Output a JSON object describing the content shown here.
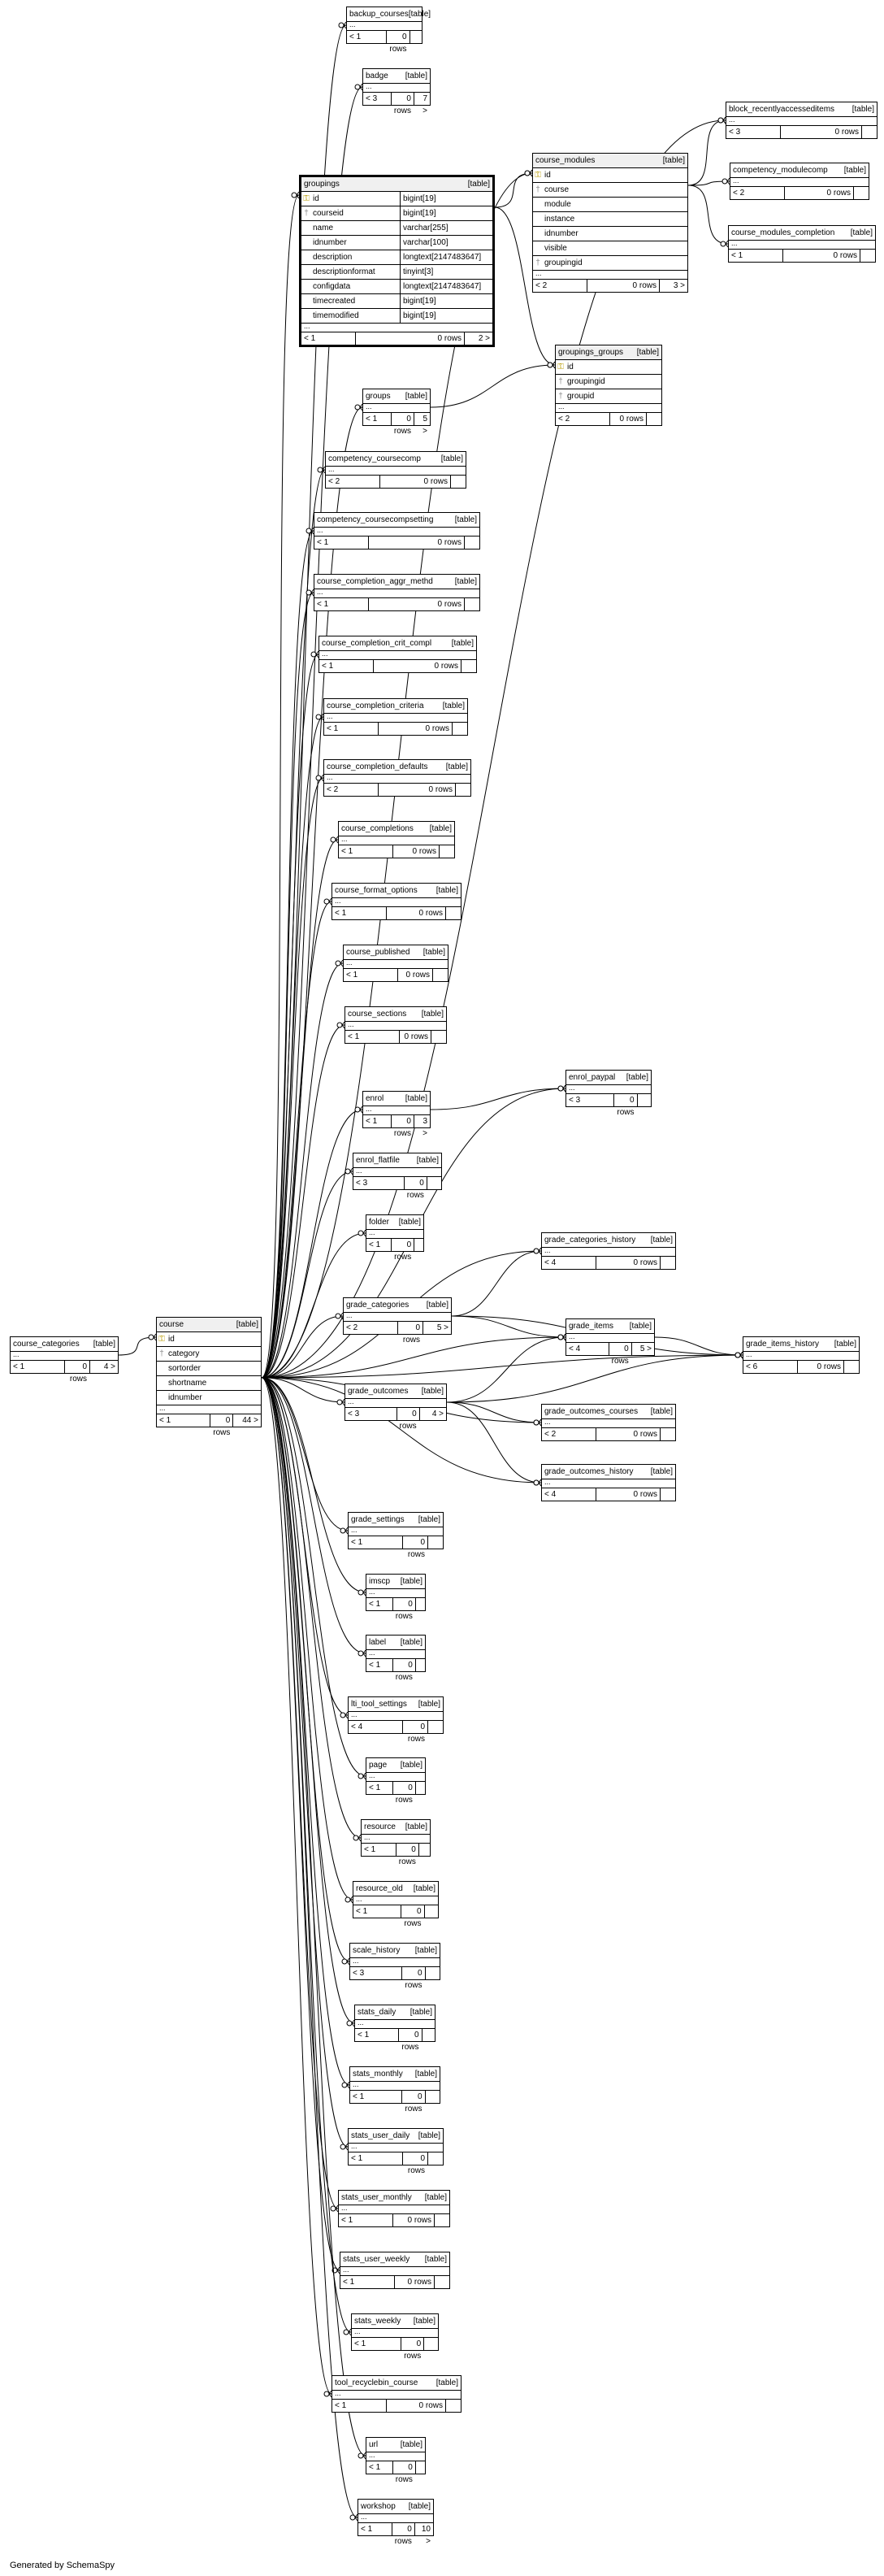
{
  "footer_text": "Generated by SchemaSpy",
  "labels": {
    "rows_suffix": "0 rows",
    "table_kind": "[table]"
  },
  "tables": {
    "backup_courses": {
      "name": "backup_courses",
      "kind": "[table]",
      "parents": "< 1",
      "rows": "0 rows",
      "children": ""
    },
    "badge": {
      "name": "badge",
      "kind": "[table]",
      "parents": "< 3",
      "rows": "0 rows",
      "children": "7 >"
    },
    "block_recentlyaccesseditems": {
      "name": "block_recentlyaccesseditems",
      "kind": "[table]",
      "parents": "< 3",
      "rows": "0 rows",
      "children": ""
    },
    "competency_modulecomp": {
      "name": "competency_modulecomp",
      "kind": "[table]",
      "parents": "< 2",
      "rows": "0 rows",
      "children": ""
    },
    "course_modules_completion": {
      "name": "course_modules_completion",
      "kind": "[table]",
      "parents": "< 1",
      "rows": "0 rows",
      "children": ""
    },
    "course_modules": {
      "name": "course_modules",
      "kind": "[table]",
      "parents": "< 2",
      "rows": "0 rows",
      "children": "3 >",
      "columns": [
        {
          "key": "pk",
          "name": "id"
        },
        {
          "key": "fk",
          "name": "course"
        },
        {
          "key": "",
          "name": "module"
        },
        {
          "key": "",
          "name": "instance"
        },
        {
          "key": "",
          "name": "idnumber"
        },
        {
          "key": "",
          "name": "visible"
        },
        {
          "key": "fk",
          "name": "groupingid"
        }
      ]
    },
    "groupings": {
      "name": "groupings",
      "kind": "[table]",
      "parents": "< 1",
      "rows": "0 rows",
      "children": "2 >",
      "columns": [
        {
          "key": "pk",
          "name": "id",
          "type": "bigint[19]"
        },
        {
          "key": "fk",
          "name": "courseid",
          "type": "bigint[19]"
        },
        {
          "key": "",
          "name": "name",
          "type": "varchar[255]"
        },
        {
          "key": "",
          "name": "idnumber",
          "type": "varchar[100]"
        },
        {
          "key": "",
          "name": "description",
          "type": "longtext[2147483647]"
        },
        {
          "key": "",
          "name": "descriptionformat",
          "type": "tinyint[3]"
        },
        {
          "key": "",
          "name": "configdata",
          "type": "longtext[2147483647]"
        },
        {
          "key": "",
          "name": "timecreated",
          "type": "bigint[19]"
        },
        {
          "key": "",
          "name": "timemodified",
          "type": "bigint[19]"
        }
      ]
    },
    "groupings_groups": {
      "name": "groupings_groups",
      "kind": "[table]",
      "parents": "< 2",
      "rows": "0 rows",
      "children": "",
      "columns": [
        {
          "key": "pk",
          "name": "id"
        },
        {
          "key": "fk",
          "name": "groupingid"
        },
        {
          "key": "fk",
          "name": "groupid"
        }
      ]
    },
    "groups": {
      "name": "groups",
      "kind": "[table]",
      "parents": "< 1",
      "rows": "0 rows",
      "children": "5 >"
    },
    "competency_coursecomp": {
      "name": "competency_coursecomp",
      "kind": "[table]",
      "parents": "< 2",
      "rows": "0 rows",
      "children": ""
    },
    "competency_coursecompsetting": {
      "name": "competency_coursecompsetting",
      "kind": "[table]",
      "parents": "< 1",
      "rows": "0 rows",
      "children": ""
    },
    "course_completion_aggr_methd": {
      "name": "course_completion_aggr_methd",
      "kind": "[table]",
      "parents": "< 1",
      "rows": "0 rows",
      "children": ""
    },
    "course_completion_crit_compl": {
      "name": "course_completion_crit_compl",
      "kind": "[table]",
      "parents": "< 1",
      "rows": "0 rows",
      "children": ""
    },
    "course_completion_criteria": {
      "name": "course_completion_criteria",
      "kind": "[table]",
      "parents": "< 1",
      "rows": "0 rows",
      "children": ""
    },
    "course_completion_defaults": {
      "name": "course_completion_defaults",
      "kind": "[table]",
      "parents": "< 2",
      "rows": "0 rows",
      "children": ""
    },
    "course_completions": {
      "name": "course_completions",
      "kind": "[table]",
      "parents": "< 1",
      "rows": "0 rows",
      "children": ""
    },
    "course_format_options": {
      "name": "course_format_options",
      "kind": "[table]",
      "parents": "< 1",
      "rows": "0 rows",
      "children": ""
    },
    "course_published": {
      "name": "course_published",
      "kind": "[table]",
      "parents": "< 1",
      "rows": "0 rows",
      "children": ""
    },
    "course_sections": {
      "name": "course_sections",
      "kind": "[table]",
      "parents": "< 1",
      "rows": "0 rows",
      "children": ""
    },
    "enrol_paypal": {
      "name": "enrol_paypal",
      "kind": "[table]",
      "parents": "< 3",
      "rows": "0 rows",
      "children": ""
    },
    "enrol": {
      "name": "enrol",
      "kind": "[table]",
      "parents": "< 1",
      "rows": "0 rows",
      "children": "3 >"
    },
    "enrol_flatfile": {
      "name": "enrol_flatfile",
      "kind": "[table]",
      "parents": "< 3",
      "rows": "0 rows",
      "children": ""
    },
    "folder": {
      "name": "folder",
      "kind": "[table]",
      "parents": "< 1",
      "rows": "0 rows",
      "children": ""
    },
    "grade_categories_history": {
      "name": "grade_categories_history",
      "kind": "[table]",
      "parents": "< 4",
      "rows": "0 rows",
      "children": ""
    },
    "grade_categories": {
      "name": "grade_categories",
      "kind": "[table]",
      "parents": "< 2",
      "rows": "0 rows",
      "children": "5 >"
    },
    "grade_items": {
      "name": "grade_items",
      "kind": "[table]",
      "parents": "< 4",
      "rows": "0 rows",
      "children": "5 >"
    },
    "grade_items_history": {
      "name": "grade_items_history",
      "kind": "[table]",
      "parents": "< 6",
      "rows": "0 rows",
      "children": ""
    },
    "grade_outcomes": {
      "name": "grade_outcomes",
      "kind": "[table]",
      "parents": "< 3",
      "rows": "0 rows",
      "children": "4 >"
    },
    "grade_outcomes_courses": {
      "name": "grade_outcomes_courses",
      "kind": "[table]",
      "parents": "< 2",
      "rows": "0 rows",
      "children": ""
    },
    "grade_outcomes_history": {
      "name": "grade_outcomes_history",
      "kind": "[table]",
      "parents": "< 4",
      "rows": "0 rows",
      "children": ""
    },
    "course_categories": {
      "name": "course_categories",
      "kind": "[table]",
      "parents": "< 1",
      "rows": "0 rows",
      "children": "4 >"
    },
    "course": {
      "name": "course",
      "kind": "[table]",
      "parents": "< 1",
      "rows": "0 rows",
      "children": "44 >",
      "columns": [
        {
          "key": "pk",
          "name": "id"
        },
        {
          "key": "fk",
          "name": "category"
        },
        {
          "key": "",
          "name": "sortorder"
        },
        {
          "key": "",
          "name": "shortname"
        },
        {
          "key": "",
          "name": "idnumber"
        }
      ]
    },
    "grade_settings": {
      "name": "grade_settings",
      "kind": "[table]",
      "parents": "< 1",
      "rows": "0 rows",
      "children": ""
    },
    "imscp": {
      "name": "imscp",
      "kind": "[table]",
      "parents": "< 1",
      "rows": "0 rows",
      "children": ""
    },
    "label": {
      "name": "label",
      "kind": "[table]",
      "parents": "< 1",
      "rows": "0 rows",
      "children": ""
    },
    "lti_tool_settings": {
      "name": "lti_tool_settings",
      "kind": "[table]",
      "parents": "< 4",
      "rows": "0 rows",
      "children": ""
    },
    "page": {
      "name": "page",
      "kind": "[table]",
      "parents": "< 1",
      "rows": "0 rows",
      "children": ""
    },
    "resource": {
      "name": "resource",
      "kind": "[table]",
      "parents": "< 1",
      "rows": "0 rows",
      "children": ""
    },
    "resource_old": {
      "name": "resource_old",
      "kind": "[table]",
      "parents": "< 1",
      "rows": "0 rows",
      "children": ""
    },
    "scale_history": {
      "name": "scale_history",
      "kind": "[table]",
      "parents": "< 3",
      "rows": "0 rows",
      "children": ""
    },
    "stats_daily": {
      "name": "stats_daily",
      "kind": "[table]",
      "parents": "< 1",
      "rows": "0 rows",
      "children": ""
    },
    "stats_monthly": {
      "name": "stats_monthly",
      "kind": "[table]",
      "parents": "< 1",
      "rows": "0 rows",
      "children": ""
    },
    "stats_user_daily": {
      "name": "stats_user_daily",
      "kind": "[table]",
      "parents": "< 1",
      "rows": "0 rows",
      "children": ""
    },
    "stats_user_monthly": {
      "name": "stats_user_monthly",
      "kind": "[table]",
      "parents": "< 1",
      "rows": "0 rows",
      "children": ""
    },
    "stats_user_weekly": {
      "name": "stats_user_weekly",
      "kind": "[table]",
      "parents": "< 1",
      "rows": "0 rows",
      "children": ""
    },
    "stats_weekly": {
      "name": "stats_weekly",
      "kind": "[table]",
      "parents": "< 1",
      "rows": "0 rows",
      "children": ""
    },
    "tool_recyclebin_course": {
      "name": "tool_recyclebin_course",
      "kind": "[table]",
      "parents": "< 1",
      "rows": "0 rows",
      "children": ""
    },
    "url": {
      "name": "url",
      "kind": "[table]",
      "parents": "< 1",
      "rows": "0 rows",
      "children": ""
    },
    "workshop": {
      "name": "workshop",
      "kind": "[table]",
      "parents": "< 1",
      "rows": "0 rows",
      "children": "10 >"
    }
  }
}
